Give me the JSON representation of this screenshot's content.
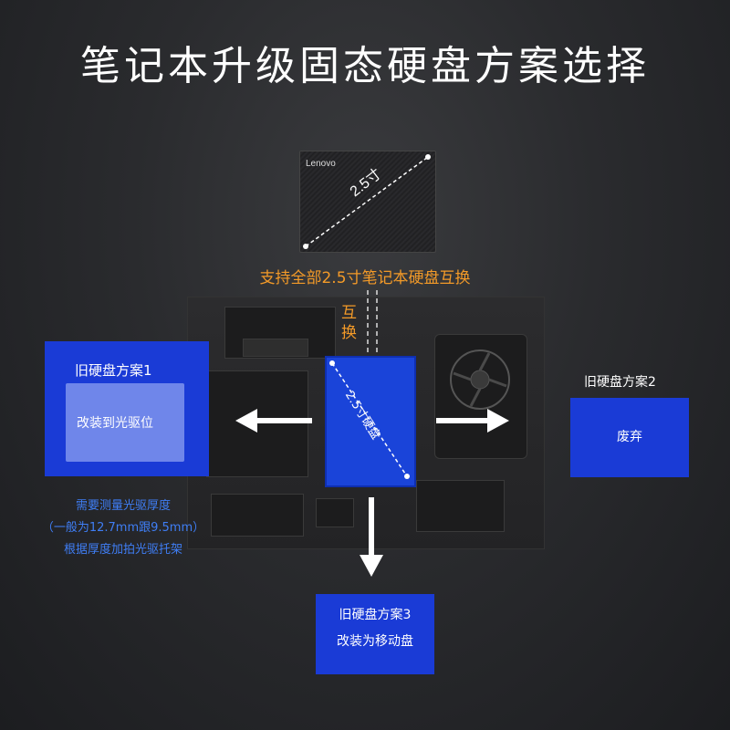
{
  "title": "笔记本升级固态硬盘方案选择",
  "ssd": {
    "brand": "Lenovo",
    "size_label": "2.5寸"
  },
  "compat_label": "支持全部2.5寸笔记本硬盘互换",
  "swap_label": "互换",
  "hdd": {
    "label": "2.5寸硬盘"
  },
  "option1": {
    "title": "旧硬盘方案1",
    "action": "改装到光驱位",
    "notes": [
      "需要测量光驱厚度",
      "（一般为12.7mm跟9.5mm）",
      "根据厚度加拍光驱托架"
    ]
  },
  "option2": {
    "title": "旧硬盘方案2",
    "action": "废弃"
  },
  "option3": {
    "title": "旧硬盘方案3",
    "action": "改装为移动盘"
  },
  "colors": {
    "accent_orange": "#f39a28",
    "option_blue": "#1a3bd6",
    "note_blue": "#3f7ef5"
  }
}
